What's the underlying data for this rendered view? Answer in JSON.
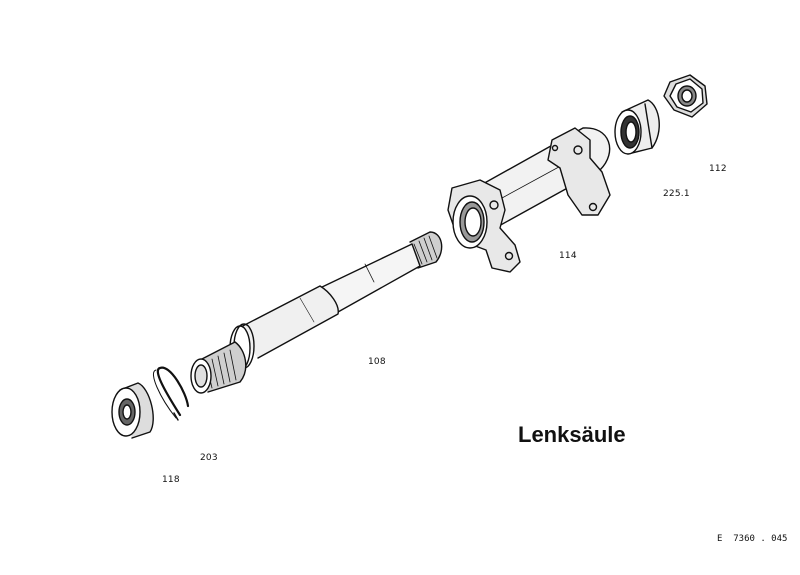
{
  "title": "Lenksäule",
  "drawing_code": "E  7360 . 045",
  "parts": [
    {
      "id": "nut",
      "label": "112"
    },
    {
      "id": "needle-bearing",
      "label": "225.1"
    },
    {
      "id": "column-housing",
      "label": "114"
    },
    {
      "id": "steering-shaft",
      "label": "108"
    },
    {
      "id": "circlip",
      "label": "203"
    },
    {
      "id": "washer",
      "label": "118"
    }
  ]
}
